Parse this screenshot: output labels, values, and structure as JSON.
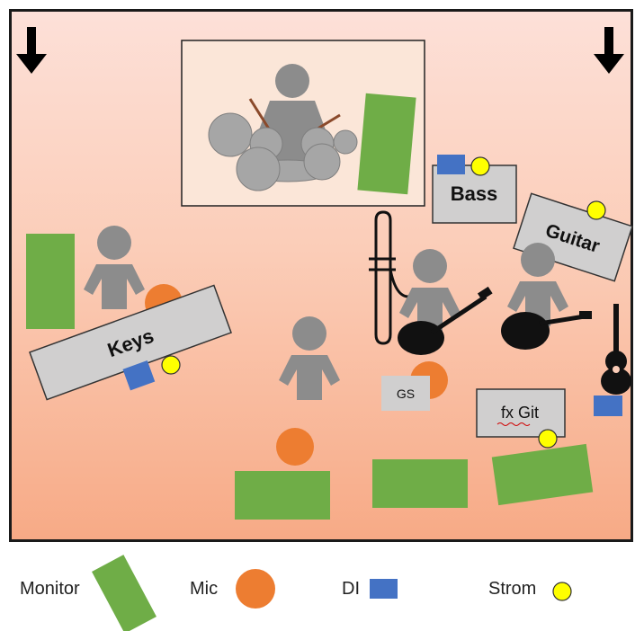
{
  "stage": {
    "drum_riser": {
      "label": ""
    },
    "amps": {
      "bass": "Bass",
      "guitar": "Guitar",
      "keys": "Keys",
      "gs": "GS",
      "fx": "fx Git"
    }
  },
  "legend": {
    "monitor": "Monitor",
    "mic": "Mic",
    "di": "DI",
    "power": "Strom"
  },
  "colors": {
    "monitor": "#6fad47",
    "mic": "#ed7d31",
    "di": "#4472c4",
    "power": "#ffff00",
    "person": "#8c8c8c",
    "amp": "#d0cfcf"
  }
}
